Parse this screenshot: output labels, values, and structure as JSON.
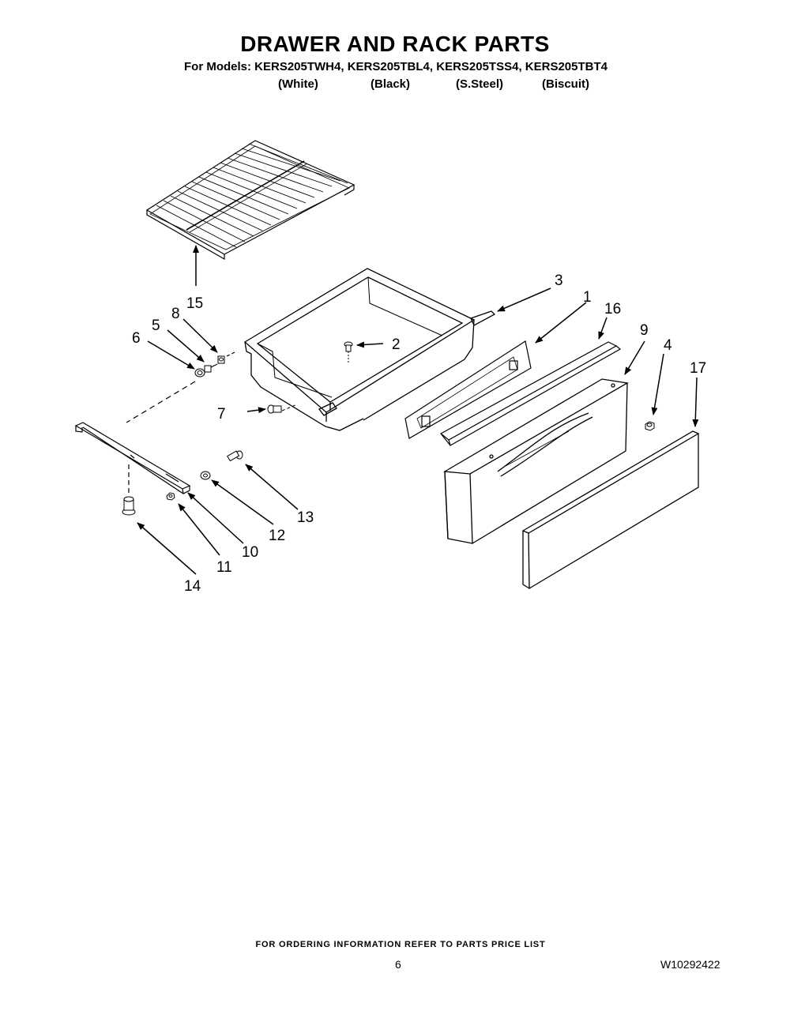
{
  "header": {
    "title": "DRAWER AND RACK PARTS",
    "models_line": "For Models: KERS205TWH4, KERS205TBL4, KERS205TSS4, KERS205TBT4",
    "variants": [
      "(White)",
      "(Black)",
      "(S.Steel)",
      "(Biscuit)"
    ]
  },
  "callouts": [
    "1",
    "2",
    "3",
    "4",
    "5",
    "6",
    "7",
    "8",
    "9",
    "10",
    "11",
    "12",
    "13",
    "14",
    "15",
    "16",
    "17"
  ],
  "footer": {
    "ordering_note": "FOR ORDERING INFORMATION REFER TO PARTS PRICE LIST",
    "page_number": "6",
    "doc_id": "W10292422"
  }
}
